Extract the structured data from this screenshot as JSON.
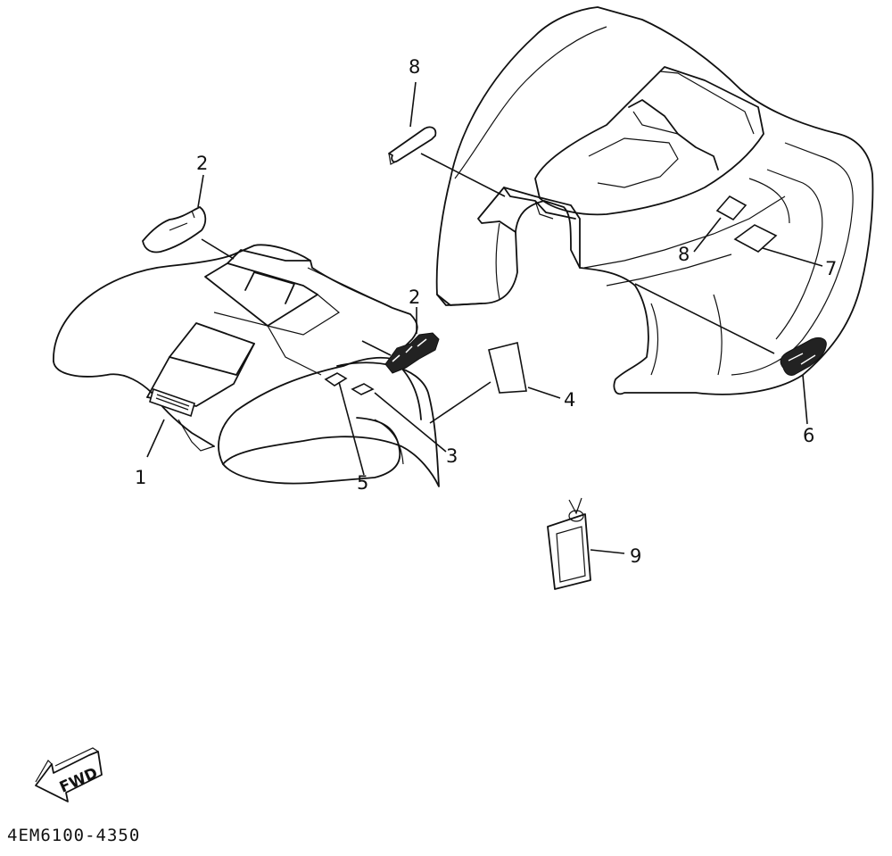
{
  "diagram": {
    "callouts": [
      {
        "id": "c1",
        "label": "1"
      },
      {
        "id": "c2a",
        "label": "2"
      },
      {
        "id": "c2b",
        "label": "2"
      },
      {
        "id": "c3",
        "label": "3"
      },
      {
        "id": "c4",
        "label": "4"
      },
      {
        "id": "c5",
        "label": "5"
      },
      {
        "id": "c6",
        "label": "6"
      },
      {
        "id": "c7",
        "label": "7"
      },
      {
        "id": "c8a",
        "label": "8"
      },
      {
        "id": "c8b",
        "label": "8"
      },
      {
        "id": "c9",
        "label": "9"
      }
    ],
    "fwd_label": "FWD",
    "drawing_code": "4EM6100-4350"
  }
}
